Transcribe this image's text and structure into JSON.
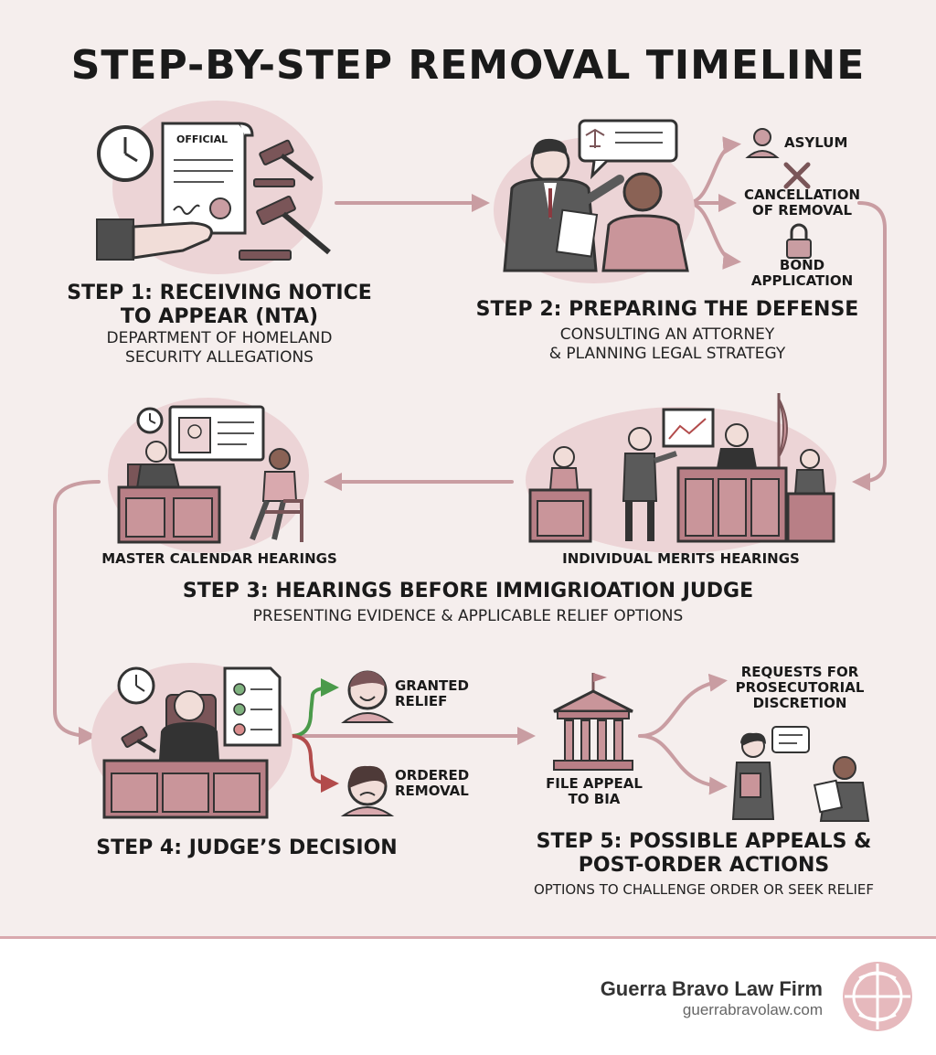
{
  "title": "STEP-BY-STEP REMOVAL TIMELINE",
  "colors": {
    "background": "#f5eeed",
    "accent": "#b87f86",
    "accent_dark": "#7a5558",
    "granted": "#4a9a4a",
    "ordered": "#b24b4b"
  },
  "step1": {
    "heading_line1": "STEP 1: RECEIVING NOTICE",
    "heading_line2": "TO APPEAR (NTA)",
    "sub_line1": "DEPARTMENT OF HOMELAND",
    "sub_line2": "SECURITY ALLEGATIONS",
    "document_label": "OFFICIAL"
  },
  "step2": {
    "heading": "STEP 2: PREPARING THE DEFENSE",
    "sub_line1": "CONSULTING AN ATTORNEY",
    "sub_line2": "& PLANNING LEGAL STRATEGY",
    "options": [
      {
        "line1": "ASYLUM",
        "line2": "",
        "icon": "person-icon"
      },
      {
        "line1": "CANCELLATION",
        "line2": "OF REMOVAL",
        "icon": "cross-arrows-icon"
      },
      {
        "line1": "BOND",
        "line2": "APPLICATION",
        "icon": "lock-icon"
      }
    ]
  },
  "step3": {
    "heading": "STEP 3: HEARINGS BEFORE IMMIGRIOATION JUDGE",
    "sub": "PRESENTING EVIDENCE & APPLICABLE RELIEF OPTIONS",
    "left_label": "MASTER CALENDAR HEARINGS",
    "right_label": "INDIVIDUAL MERITS HEARINGS"
  },
  "step4": {
    "heading": "STEP 4: JUDGE’S DECISION",
    "outcomes": [
      {
        "line1": "GRANTED",
        "line2": "RELIEF"
      },
      {
        "line1": "ORDERED",
        "line2": "REMOVAL"
      }
    ]
  },
  "step5": {
    "heading_line1": "STEP 5: POSSIBLE APPEALS &",
    "heading_line2": "POST-ORDER ACTIONS",
    "sub": "OPTIONS TO CHALLENGE ORDER OR SEEK RELIEF",
    "appeal_line1": "FILE APPEAL",
    "appeal_line2": "TO BIA",
    "request_line1": "REQUESTS FOR",
    "request_line2": "PROSECUTORIAL",
    "request_line3": "DISCRETION"
  },
  "footer": {
    "firm": "Guerra Bravo Law Firm",
    "url": "guerrabravolaw.com"
  }
}
